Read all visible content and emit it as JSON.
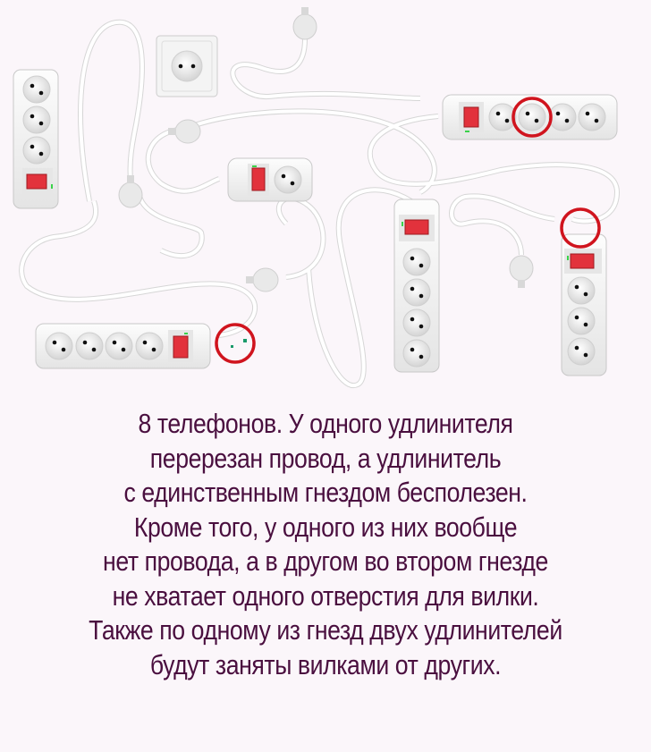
{
  "puzzle": {
    "highlight_color": "#d0141e",
    "strip_body_color": "#f2f2f2",
    "switch_color": "#e2323c",
    "indicator_color": "#3ad24a",
    "background_color": "#fbf6fa",
    "text_color": "#4a0f3f",
    "items": [
      {
        "id": "wall-socket",
        "type": "wall-outlet",
        "sockets": 1
      },
      {
        "id": "strip-left-vertical",
        "type": "power-strip",
        "sockets": 3,
        "orientation": "vertical"
      },
      {
        "id": "strip-single-socket",
        "type": "power-strip",
        "sockets": 1,
        "orientation": "horizontal"
      },
      {
        "id": "strip-top-right",
        "type": "power-strip",
        "sockets": 4,
        "orientation": "horizontal",
        "highlighted_socket": 2
      },
      {
        "id": "strip-middle-vertical",
        "type": "power-strip",
        "sockets": 4,
        "orientation": "vertical"
      },
      {
        "id": "strip-right-vertical",
        "type": "power-strip",
        "sockets": 3,
        "orientation": "vertical",
        "highlight": "no cord"
      },
      {
        "id": "strip-bottom-left",
        "type": "power-strip",
        "sockets": 4,
        "orientation": "horizontal",
        "highlight": "cut cord"
      }
    ]
  },
  "caption": {
    "lines": [
      "8 телефонов. У одного удлинителя",
      "перерезан провод, а удлинитель",
      "с единственным гнездом бесполезен.",
      "Кроме того, у одного из них вообще",
      "нет провода, а в другом во втором гнезде",
      "не хватает одного отверстия для вилки.",
      "Также по одному из гнезд двух удлинителей",
      "будут заняты вилками от других."
    ]
  }
}
